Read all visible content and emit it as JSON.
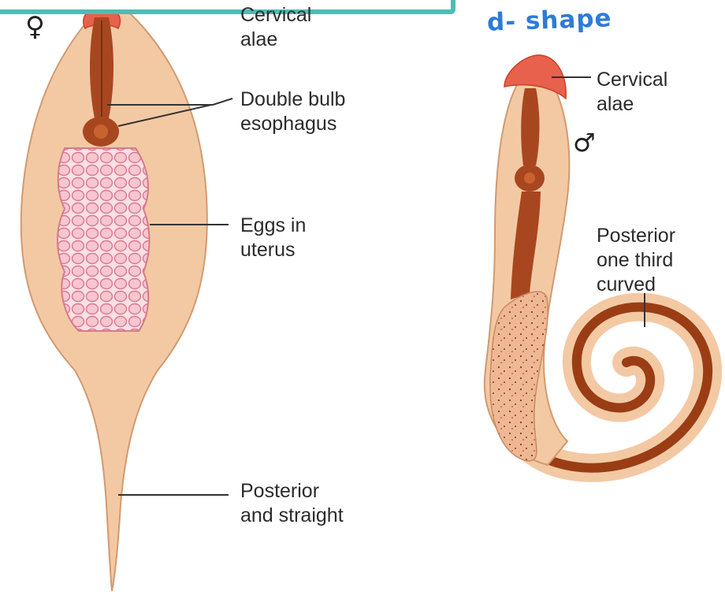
{
  "annotation": {
    "handwritten_note": "d- shape"
  },
  "female": {
    "symbol": "♀",
    "labels": {
      "cervical_alae": "Cervical\nalae",
      "double_bulb": "Double bulb\nesophagus",
      "eggs": "Eggs in\nuterus",
      "posterior": "Posterior\nand straight"
    }
  },
  "male": {
    "symbol": "♂",
    "labels": {
      "cervical_alae": "Cervical\nalae",
      "posterior": "Posterior\none third\ncurved"
    }
  },
  "colors": {
    "body": "#f3c9a4",
    "body_outline": "#d29a70",
    "esophagus": "#a8471f",
    "alae": "#e8614c",
    "eggs_fill": "#f7c6cf",
    "eggs_outline": "#d77a8c",
    "coil": "#9a3d14",
    "banner": "#4dbdb3",
    "handwriting": "#2e7bd6"
  }
}
